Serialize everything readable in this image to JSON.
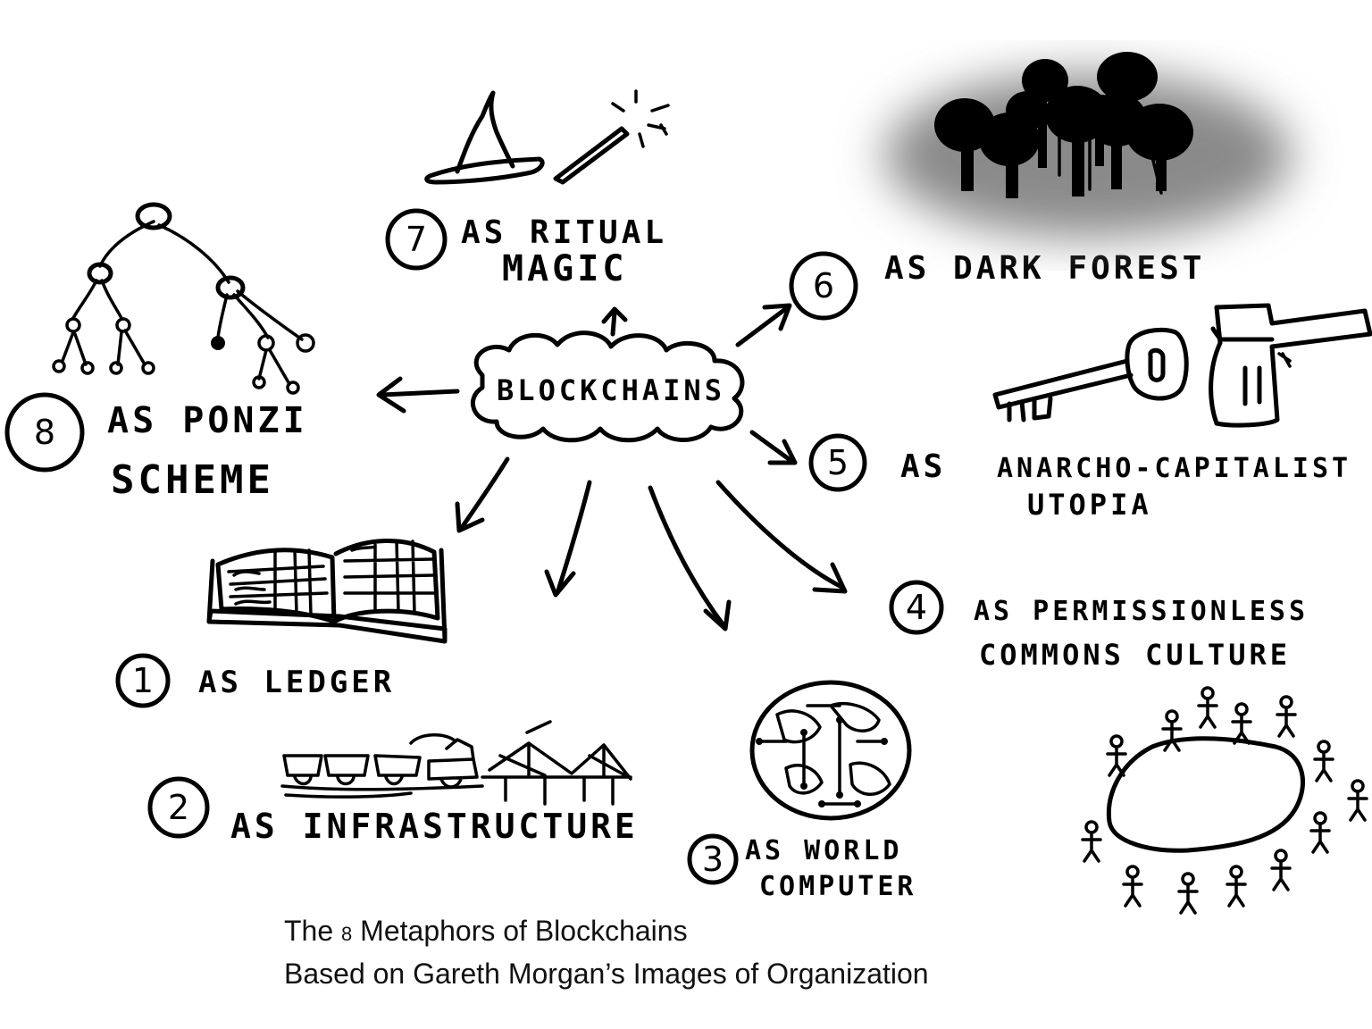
{
  "center": {
    "label": "BLOCKCHAINS"
  },
  "metaphors": [
    {
      "id": 1,
      "number": "1",
      "lines": [
        "AS LEDGER"
      ]
    },
    {
      "id": 2,
      "number": "2",
      "lines": [
        "AS INFRASTRUCTURE"
      ]
    },
    {
      "id": 3,
      "number": "3",
      "lines": [
        "AS WORLD",
        "COMPUTER"
      ]
    },
    {
      "id": 4,
      "number": "4",
      "lines": [
        "AS PERMISSIONLESS",
        "COMMONS CULTURE"
      ]
    },
    {
      "id": 5,
      "number": "5",
      "lines": [
        "AS",
        "ANARCHO-CAPITALIST",
        "UTOPIA"
      ]
    },
    {
      "id": 6,
      "number": "6",
      "lines": [
        "AS DARK FOREST"
      ]
    },
    {
      "id": 7,
      "number": "7",
      "lines": [
        "AS RITUAL",
        "MAGIC"
      ]
    },
    {
      "id": 8,
      "number": "8",
      "lines": [
        "AS PONZI",
        "SCHEME"
      ]
    }
  ],
  "caption": {
    "line1_prefix": "The ",
    "line1_number": "8",
    "line1_suffix": " Metaphors of Blockchains",
    "line2": "Based on Gareth Morgan’s Images of Organization"
  },
  "colors": {
    "ink": "#000000",
    "forest_shadow": "#8a8a8a",
    "background": "#ffffff"
  }
}
